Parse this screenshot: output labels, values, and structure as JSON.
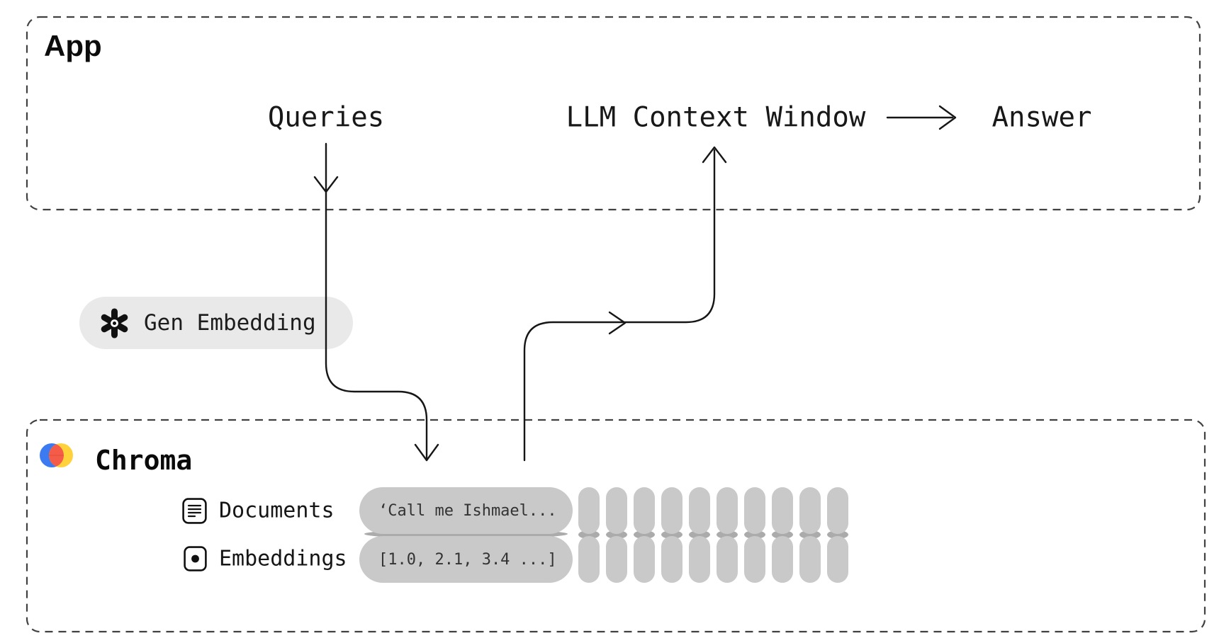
{
  "app": {
    "title": "App",
    "queries_label": "Queries",
    "llm_label": "LLM Context Window",
    "answer_label": "Answer"
  },
  "gen_embedding": {
    "label": "Gen Embedding",
    "icon": "openai-logo-icon"
  },
  "chroma": {
    "title": "Chroma",
    "documents": {
      "label": "Documents",
      "icon": "document-icon",
      "sample": "‘Call me Ishmael...",
      "capsules": 10
    },
    "embeddings": {
      "label": "Embeddings",
      "icon": "embedding-dot-icon",
      "sample": "[1.0, 2.1, 3.4 ...]",
      "capsules": 10
    }
  },
  "colors": {
    "pill_light": "#e9e9e9",
    "pill_gray": "#c9c9c9",
    "shadow": "#ababab",
    "line": "#161616",
    "border": "#414141",
    "logo_blue": "#3B7AF0",
    "logo_yellow": "#FFD23C",
    "logo_lens": "#F45B49"
  }
}
